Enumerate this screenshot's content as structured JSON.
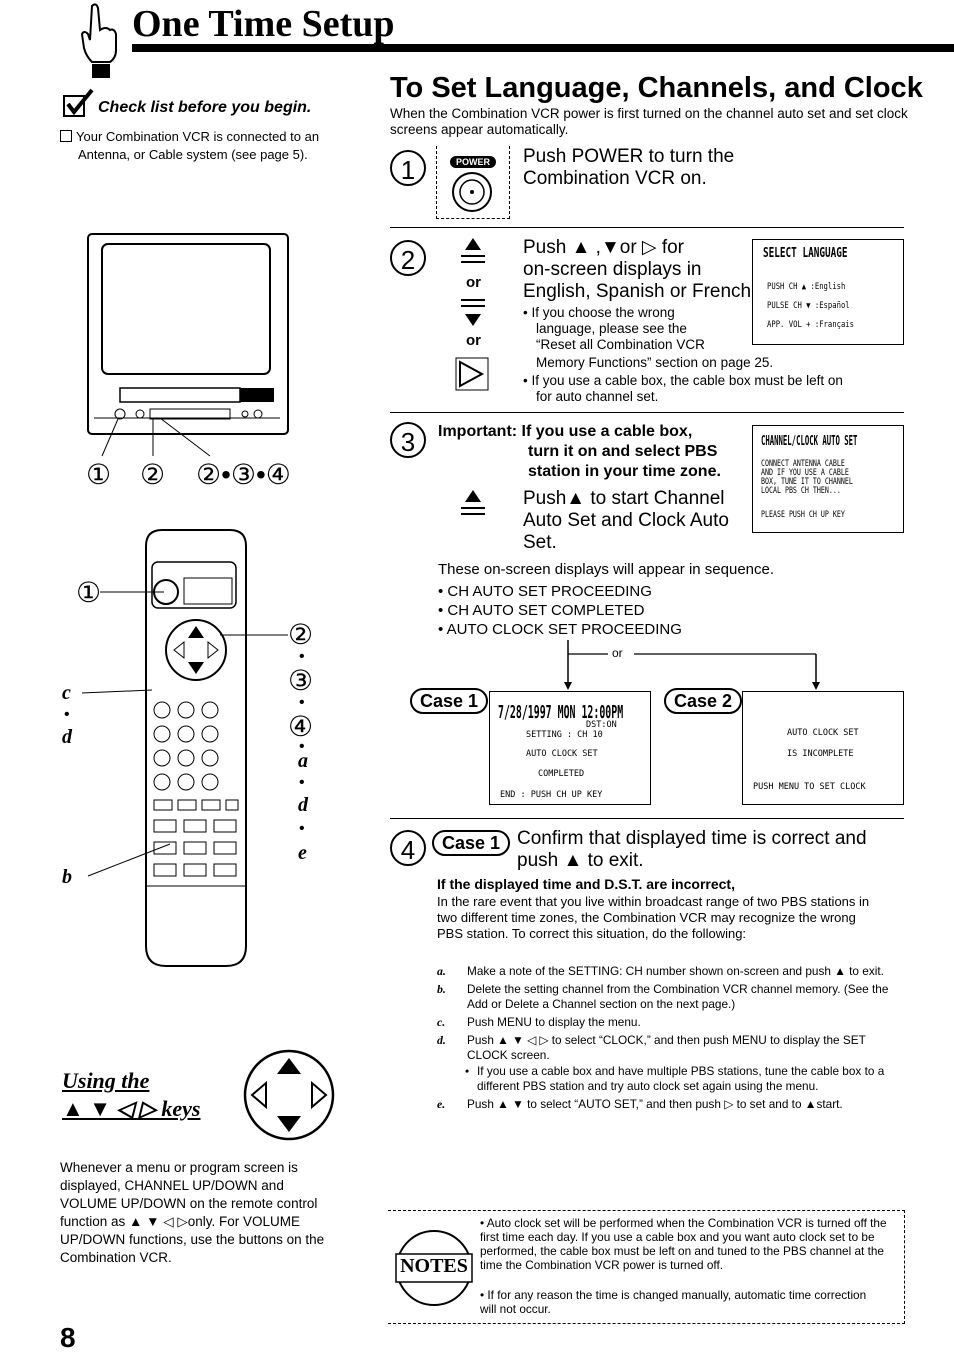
{
  "header": {
    "title": "One Time Setup"
  },
  "checklist": {
    "title": "Check list before you begin.",
    "item": "Your Combination VCR is connected to an Antenna, or Cable system (see page 5)."
  },
  "diagram": {
    "step_marks": [
      "①",
      "②",
      "②•③•④"
    ],
    "remote_labels": {
      "one": "①",
      "two": "②",
      "three": "③",
      "four": "④",
      "a": "a",
      "d_right": "d",
      "e": "e",
      "c": "c",
      "d_left": "d",
      "b": "b",
      "dot": "•"
    }
  },
  "section": {
    "title": "To Set Language, Channels, and Clock",
    "intro": "When the Combination VCR power is first turned on the channel auto set and set clock screens appear automatically."
  },
  "step1": {
    "num": "1",
    "power_label": "POWER",
    "text_line1": "Push POWER to turn the",
    "text_line2": "Combination VCR on."
  },
  "step2": {
    "num": "2",
    "or": "or",
    "line1": "Push ▲ ,▼or ▷ for",
    "line2": "on-screen displays in",
    "line3": "English, Spanish or French.",
    "bullet1_l1": "• If you choose the wrong",
    "bullet1_l2": "language, please see the",
    "bullet1_l3": "“Reset all Combination VCR",
    "bullet1_l4": "Memory Functions” section on page 25.",
    "bullet2_l1": "• If you use a cable box, the cable box must be left on",
    "bullet2_l2": "for auto channel set.",
    "screen": {
      "title": "SELECT LANGUAGE",
      "lines": [
        "PUSH   CH ▲ :English",
        "PULSE  CH ▼ :Español",
        "APP.  VOL + :Français"
      ]
    }
  },
  "step3": {
    "num": "3",
    "important_l1": "Important: If you use a cable box,",
    "important_l2": "turn it on and select PBS",
    "important_l3": "station in your time zone.",
    "push_l1": "Push▲ to start Channel",
    "push_l2": "Auto Set and Clock Auto",
    "push_l3": "Set.",
    "screen": {
      "title": "CHANNEL/CLOCK AUTO SET",
      "lines": [
        "CONNECT ANTENNA CABLE",
        "AND IF YOU USE A CABLE",
        "BOX, TUNE IT TO CHANNEL",
        "LOCAL PBS CH   THEN...",
        "",
        "PLEASE PUSH CH UP KEY"
      ]
    },
    "sequence_intro": "These on-screen displays will appear in sequence.",
    "sequence": [
      "• CH AUTO SET PROCEEDING",
      "• CH AUTO SET COMPLETED",
      "• AUTO CLOCK SET PROCEEDING"
    ],
    "or": "or"
  },
  "cases": {
    "case1": {
      "label": "Case 1",
      "title": "7/28/1997 MON 12:00PM",
      "lines": [
        "DST:ON",
        "SETTING : CH 10",
        "AUTO CLOCK SET",
        "COMPLETED",
        "END : PUSH CH UP KEY"
      ]
    },
    "case2": {
      "label": "Case 2",
      "lines": [
        "AUTO CLOCK SET",
        "IS INCOMPLETE",
        "PUSH MENU TO SET CLOCK"
      ]
    }
  },
  "step4": {
    "num": "4",
    "case_label": "Case 1",
    "line1": "Confirm that displayed time is correct and",
    "line2": "push ▲ to exit.",
    "incorrect_title": "If the displayed time and D.S.T. are incorrect,",
    "incorrect_para": "In the rare event that you live within broadcast range of two PBS stations in two different time zones, the Combination VCR may recognize the wrong PBS station. To correct this situation, do the following:",
    "items": [
      {
        "letter": "a.",
        "text": "Make a note of the SETTING: CH number shown on-screen and push ▲ to exit."
      },
      {
        "letter": "b.",
        "text": "Delete the setting channel from the Combination VCR channel memory. (See the Add or Delete a Channel section on the next page.)"
      },
      {
        "letter": "c.",
        "text": "Push MENU to display the menu."
      },
      {
        "letter": "d.",
        "text": "Push ▲ ▼ ◁ ▷ to select “CLOCK,” and then push MENU to display the SET CLOCK screen."
      },
      {
        "letter": "•",
        "text": "If you use a cable box and have multiple PBS stations, tune the cable box to a different PBS station and try auto clock set again using the menu."
      },
      {
        "letter": "e.",
        "text": "Push ▲ ▼ to select “AUTO SET,” and then push ▷ to set and to ▲start."
      }
    ]
  },
  "keys": {
    "title_l1": "Using the",
    "title_l2": "▲ ▼ ◁ ▷ keys",
    "text": "Whenever a menu or program screen is displayed, CHANNEL UP/DOWN and VOLUME UP/DOWN on the remote control function as ▲ ▼ ◁ ▷only. For VOLUME UP/DOWN functions, use the buttons on the Combination VCR."
  },
  "notes": {
    "label": "NOTES",
    "bullet1": "• Auto clock set will be performed when the Combination VCR is turned off the first time each day. If you use a cable box and you want auto clock set to be performed, the cable box must be left on and tuned to the PBS channel at the time the Combination VCR power is turned off.",
    "bullet2": "• If for any reason the time is changed manually, automatic time correction will not occur."
  },
  "page": {
    "number": "8"
  }
}
